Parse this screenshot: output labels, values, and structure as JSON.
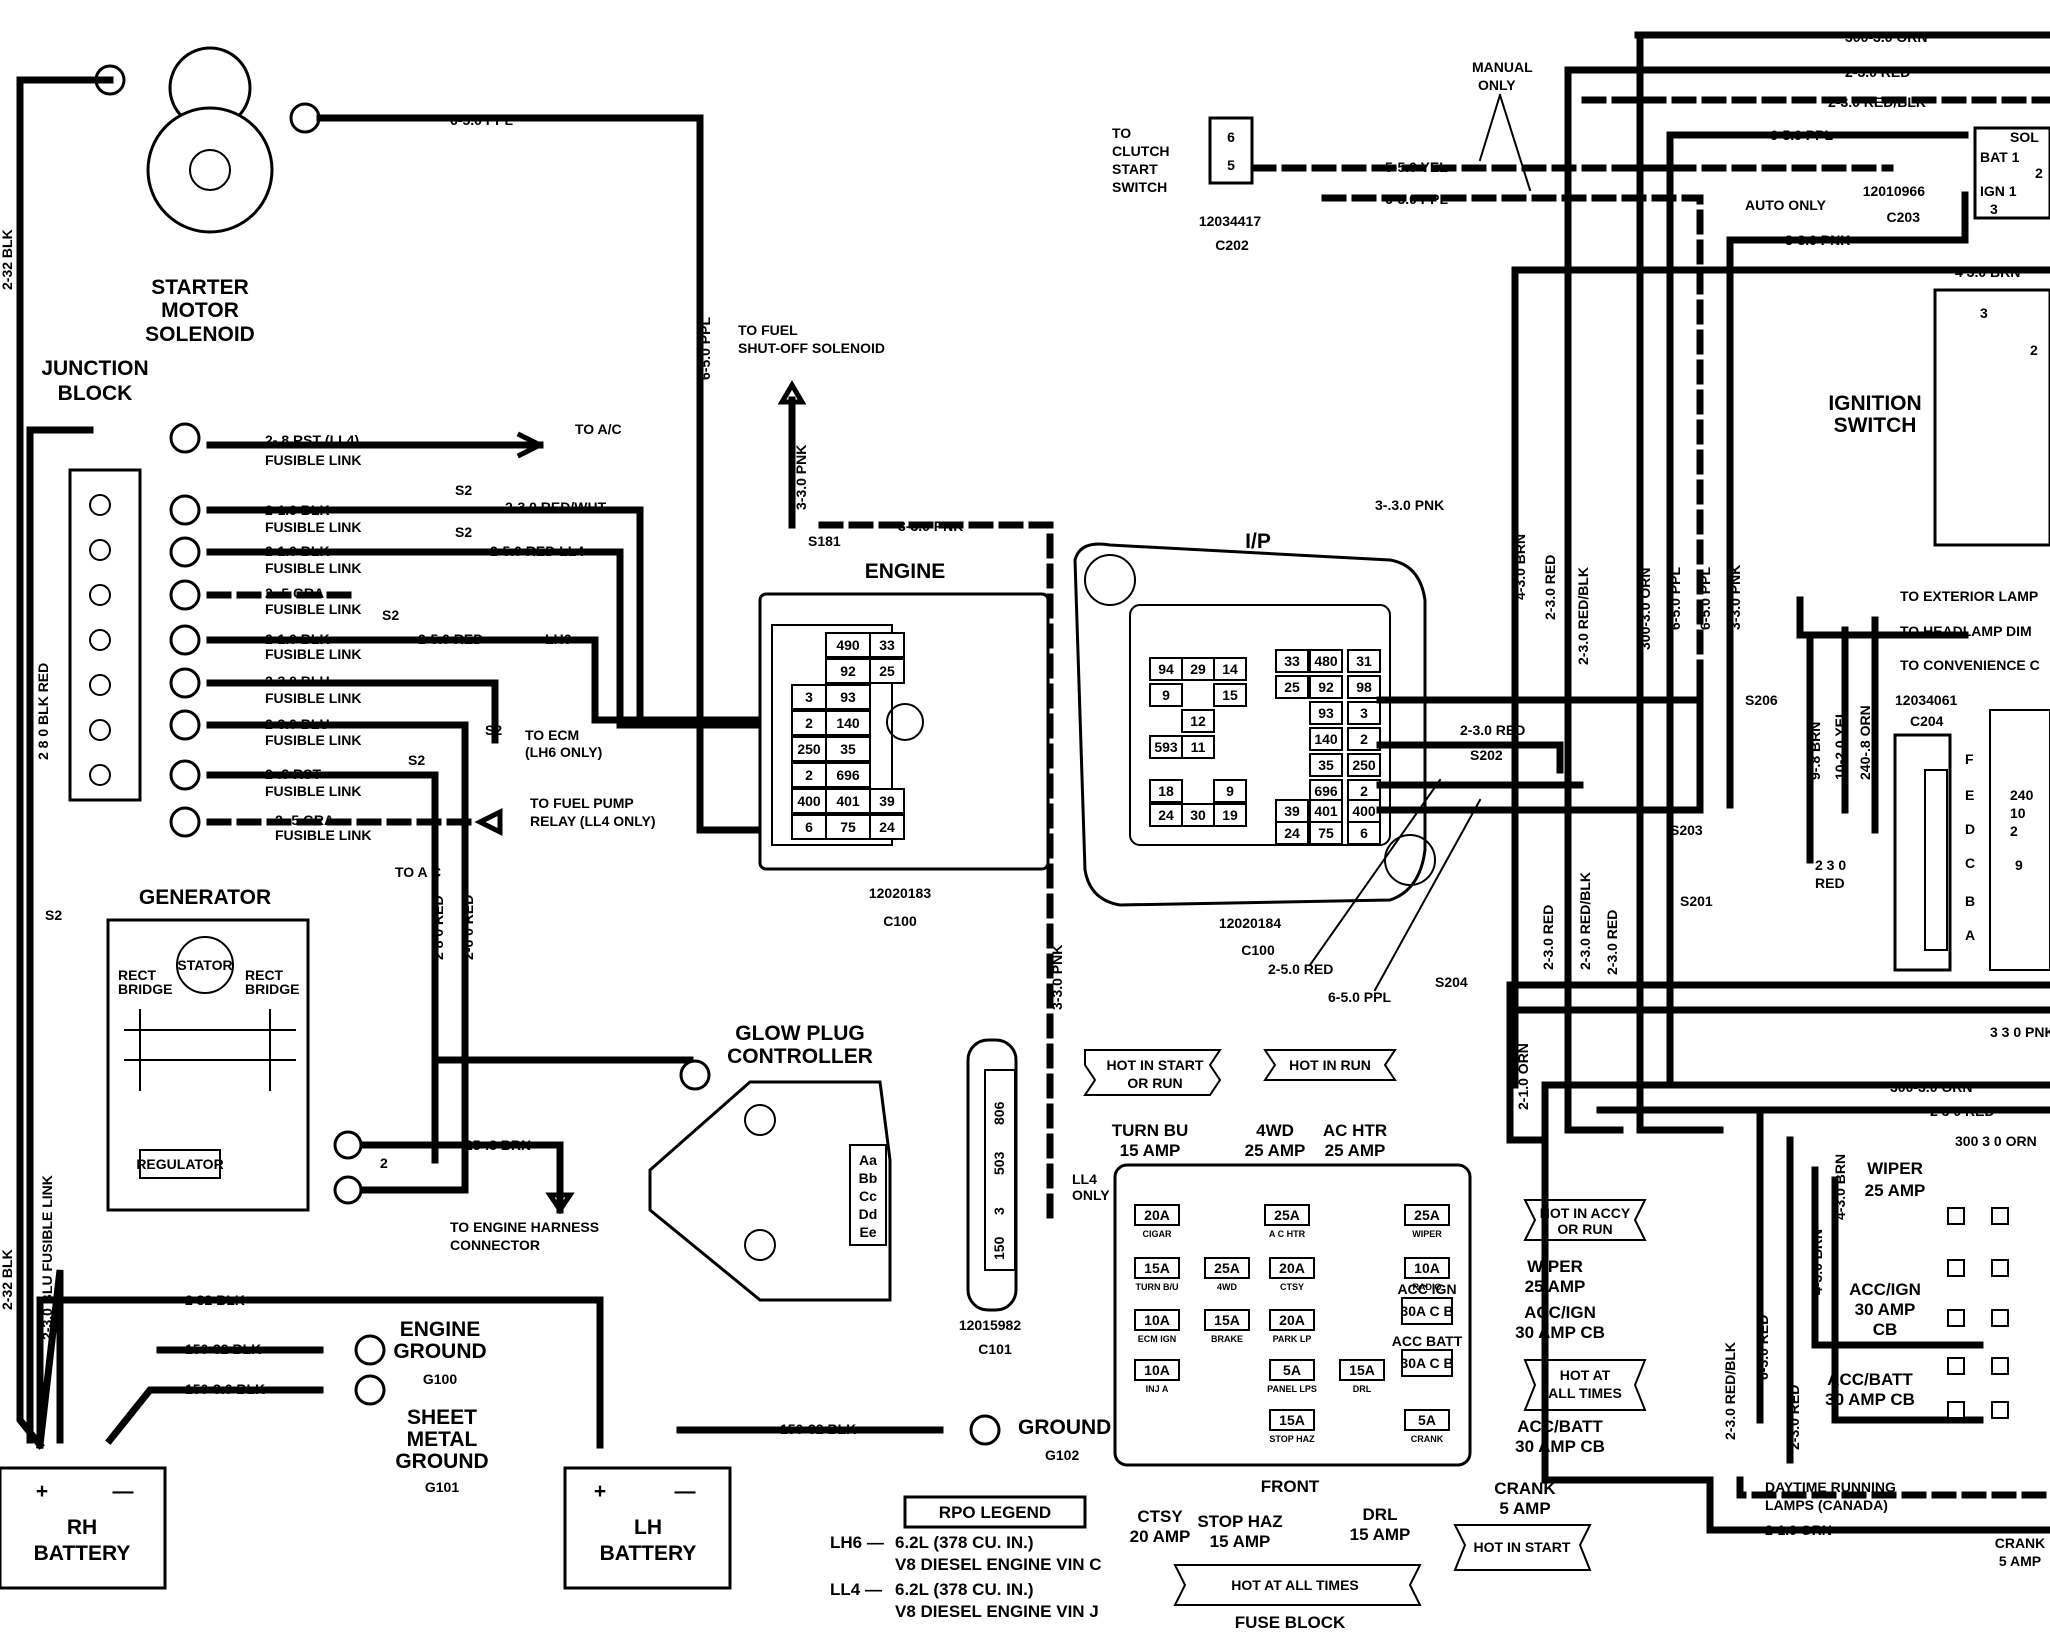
{
  "starter": {
    "title_1": "STARTER",
    "title_2": "MOTOR",
    "title_3": "SOLENOID"
  },
  "junction": {
    "title_1": "JUNCTION",
    "title_2": "BLOCK"
  },
  "generator": {
    "title": "GENERATOR",
    "stator": "STATOR",
    "rect_left_1": "RECT",
    "rect_left_2": "BRIDGE",
    "rect_right_1": "RECT",
    "rect_right_2": "BRIDGE",
    "regulator": "REGULATOR",
    "term": "2"
  },
  "glow_plug": {
    "title_1": "GLOW PLUG",
    "title_2": "CONTROLLER",
    "pins": [
      "Aa",
      "Bb",
      "Cc",
      "Dd",
      "Ee"
    ]
  },
  "engine": {
    "title": "ENGINE",
    "part_no": "12020183",
    "conn": "C100",
    "splice": "S181"
  },
  "ip": {
    "title": "I/P",
    "part_no": "12020184",
    "conn": "C100"
  },
  "ignition": {
    "title_1": "IGNITION",
    "title_2": "SWITCH"
  },
  "c202": {
    "part_no": "12034417",
    "conn": "C202",
    "pins": [
      "6",
      "5"
    ],
    "label_1": "TO",
    "label_2": "CLUTCH",
    "label_3": "START",
    "label_4": "SWITCH"
  },
  "c203": {
    "part_no": "12010966",
    "conn": "C203",
    "pins": [
      "SOL",
      "BAT 1",
      "IGN 1",
      "3",
      "2"
    ]
  },
  "c204": {
    "part_no": "12034061",
    "conn": "C204",
    "letters": [
      "F",
      "E",
      "D",
      "C",
      "B",
      "A"
    ],
    "pins": [
      "240",
      "10",
      "2",
      "9"
    ]
  },
  "c101": {
    "part_no": "12015982",
    "conn": "C101",
    "pins": [
      "806",
      "503",
      "3",
      "150"
    ],
    "note_1": "LL4",
    "note_2": "ONLY"
  },
  "wires": {
    "w_2_32_blk": "2-32 BLK",
    "w_6_50_ppl": "6-5.0 PPL",
    "w_2_8_rst": "2-.8 RST (LL4)",
    "fusible": "FUSIBLE LINK",
    "to_ac": "TO A/C",
    "w_2_10_blk": "2-1.0 BLK",
    "w_2_30_redwht": "2-3.0 RED/WHT",
    "w_2_50_red_ll4": "2-5.0 RED LL4",
    "w_2_5_gra": "2-.5 GRA",
    "w_2_50_red": "2-5.0 RED",
    "lh6": "LH6",
    "w_2_30_blu": "2-3.0 BLU",
    "w_2_8_rst_b": "2-.8 RST",
    "to_ecm_1": "TO ECM",
    "to_ecm_2": "(LH6 ONLY)",
    "to_fuel_pump_1": "TO FUEL PUMP",
    "to_fuel_pump_2": "RELAY (LL4 ONLY)",
    "to_ac_2": "TO A C",
    "s2": "S2",
    "to_fuel_shutoff_1": "TO FUEL",
    "to_fuel_shutoff_2": "SHUT-OFF SOLENOID",
    "w_3_30_pnk": "3-3.0 PNK",
    "w_2_80_blk_red": "2 8 0 BLK RED",
    "w_2_80_red": "2 8 0 RED",
    "w_2_60_red": "2-6 0 RED",
    "w_25_8_brn": "25-.8 BRN",
    "to_engine_harness_1": "TO ENGINE HARNESS",
    "to_engine_harness_2": "CONNECTOR",
    "w_2_32_blk_bot": "2 32 BLK",
    "w_2_32_blk_left": "2-32 BLK",
    "w_2_30_blu_fl": "2-3.0 BLU FUSIBLE LINK",
    "w_150_32_blk": "150-32 BLK",
    "w_150_80_blk": "150-8.0 BLK",
    "w_150_32_blk_b": "150-32 BLK",
    "manual_only_1": "MANUAL",
    "manual_only_2": "ONLY",
    "auto_only": "AUTO ONLY",
    "w_5_50_yel": "5-5.0 YEL",
    "w_6_50_ppl_b": "6-5.0 PPL",
    "w_300_30_orn": "300-3.0 ORN",
    "w_2_30_red": "2-3.0 RED",
    "w_2_30_redblk": "2-3.0 RED/BLK",
    "w_6_50_ppl_c": "6-5.0 PPL",
    "w_3_30_pnk_b": "3-3.0 PNK",
    "w_4_30_brn": "4 3.0 BRN",
    "w_3_30_pnk_c": "3-.3.0 PNK",
    "w_4_30_brn_v": "4-3.0 BRN",
    "w_2_30_red_v": "2-3.0 RED",
    "w_2_30_redblk_v": "2-3.0 RED/BLK",
    "w_300_30_orn_v": "300-3.0 ORN",
    "w_6_50_ppl_v": "6-5.0 PPL",
    "w_6_50_ppl_v2": "6-5.0 PPL",
    "w_3_30_pnk_v": "3-3.0 PNK",
    "s206": "S206",
    "w_2_30_red_h": "2-3.0 RED",
    "s202": "S202",
    "s203": "S203",
    "s201": "S201",
    "s204": "S204",
    "w_2_50_red_b": "2-5.0 RED",
    "w_6_50_ppl_d": "6-5.0 PPL",
    "w_9_8_brn": "9-.8 BRN",
    "w_10_20_yel": "10-2.0 YEL",
    "w_240_8_orn": "240-.8 ORN",
    "w_2_30_red_2": "2 3 0",
    "red": "RED",
    "to_ext_lamp": "TO EXTERIOR LAMP",
    "to_headlamp": "TO HEADLAMP DIM",
    "to_convenience": "TO CONVENIENCE C",
    "w_3_30_pnk_r": "3 3 0 PNK",
    "w_300_30_orn_r": "300-3.0 ORN",
    "w_2_30_red_r": "2 3 0 RED",
    "w_300_30_orn_r2": "300 3 0 ORN",
    "w_2_10_orn": "2-1.0 ORN",
    "w_2_10_orn_b": "2-1.0 ORN",
    "w_2_30_redblk_b": "2-3.0 RED/BLK",
    "w_6_30_red": "6-3.0 RED",
    "w_2_30_red_b2": "2-3.0 RED",
    "w_4_30_brn_b": "4-3.0 BRN",
    "w_4_30_brn_c": "4-3.0 BRN",
    "w_2_30_red_v2": "2-3.0 RED",
    "w_2_30_redblk_v2": "2-3.0 RED/BLK",
    "w_2_30_red_v3": "2-3.0 RED"
  },
  "grounds": {
    "engine_1": "ENGINE",
    "engine_2": "GROUND",
    "engine_id": "G100",
    "sheet_1": "SHEET",
    "sheet_2": "METAL",
    "sheet_3": "GROUND",
    "sheet_id": "G101",
    "ground": "GROUND",
    "ground_id": "G102"
  },
  "batteries": {
    "rh_1": "RH",
    "rh_2": "BATTERY",
    "lh_1": "LH",
    "lh_2": "BATTERY",
    "plus": "+",
    "minus": "—"
  },
  "rpo": {
    "title": "RPO LEGEND",
    "lh6_code": "LH6 —",
    "lh6_1": "6.2L (378 CU. IN.)",
    "lh6_2": "V8 DIESEL ENGINE VIN C",
    "ll4_code": "LL4 —",
    "ll4_1": "6.2L (378 CU. IN.)",
    "ll4_2": "V8 DIESEL ENGINE VIN J"
  },
  "fuse_block": {
    "title": "FUSE BLOCK",
    "hot_start_run_1": "HOT IN START",
    "hot_start_run_2": "OR RUN",
    "hot_run": "HOT IN RUN",
    "hot_accy_1": "HOT IN ACCY",
    "hot_accy_2": "OR RUN",
    "hot_all_1": "HOT AT",
    "hot_all_2": "ALL TIMES",
    "hot_all_bottom": "HOT AT ALL TIMES",
    "hot_start": "HOT IN START",
    "turn_1": "TURN BU",
    "turn_2": "15 AMP",
    "wd4_1": "4WD",
    "wd4_2": "25 AMP",
    "achtr_1": "AC HTR",
    "achtr_2": "25 AMP",
    "wiper_1": "WIPER",
    "wiper_2": "25 AMP",
    "accign_1": "ACC/IGN",
    "accign_2": "30 AMP CB",
    "accbatt_1": "ACC/BATT",
    "accbatt_2": "30 AMP CB",
    "crank_1": "CRANK",
    "crank_2": "5 AMP",
    "ctsy_1": "CTSY",
    "ctsy_2": "20 AMP",
    "stop_1": "STOP HAZ",
    "stop_2": "15 AMP",
    "front": "FRONT",
    "drl_1": "DRL",
    "drl_2": "15 AMP",
    "fuses": [
      {
        "amp": "20A",
        "name": "CIGAR"
      },
      {
        "amp": "25A",
        "name": "A C HTR"
      },
      {
        "amp": "25A",
        "name": "WIPER"
      },
      {
        "amp": "15A",
        "name": "TURN B/U"
      },
      {
        "amp": "25A",
        "name": "4WD"
      },
      {
        "amp": "20A",
        "name": "CTSY"
      },
      {
        "amp": "10A",
        "name": "RADIO"
      },
      {
        "amp": "10A",
        "name": "ECM IGN"
      },
      {
        "amp": "15A",
        "name": "BRAKE"
      },
      {
        "amp": "20A",
        "name": "PARK LP"
      },
      {
        "amp": "10A",
        "name": "INJ A"
      },
      {
        "amp": "5A",
        "name": "PANEL LPS"
      },
      {
        "amp": "15A",
        "name": "DRL"
      },
      {
        "amp": "15A",
        "name": "STOP HAZ"
      },
      {
        "amp": "5A",
        "name": "CRANK"
      }
    ],
    "cb1_title": "ACC IGN",
    "cb1": "30A C B",
    "cb2_title": "ACC BATT",
    "cb2": "30A C B"
  },
  "right_panel": {
    "wiper_1": "WIPER",
    "wiper_2": "25 AMP",
    "accign_1": "ACC/IGN",
    "accign_2": "30 AMP",
    "accign_3": "CB",
    "accbatt_1": "ACC/BATT",
    "accbatt_2": "30 AMP CB",
    "drl_1": "DAYTIME RUNNING",
    "drl_2": "LAMPS (CANADA)",
    "crank_1": "CRANK",
    "crank_2": "5 AMP",
    "ign_pins": [
      "3",
      "2"
    ]
  },
  "engine_grid": [
    "490",
    "33",
    "92",
    "25",
    "3",
    "93",
    "2",
    "140",
    "250",
    "35",
    "2",
    "696",
    "400",
    "401",
    "39",
    "6",
    "75",
    "24"
  ],
  "ip_grid": [
    "94",
    "29",
    "14",
    "9",
    "15",
    "12",
    "593",
    "11",
    "33",
    "480",
    "31",
    "25",
    "92",
    "98",
    "93",
    "3",
    "140",
    "2",
    "35",
    "250",
    "696",
    "2",
    "18",
    "9",
    "24",
    "30",
    "19",
    "39",
    "401",
    "400",
    "24",
    "75",
    "6"
  ]
}
